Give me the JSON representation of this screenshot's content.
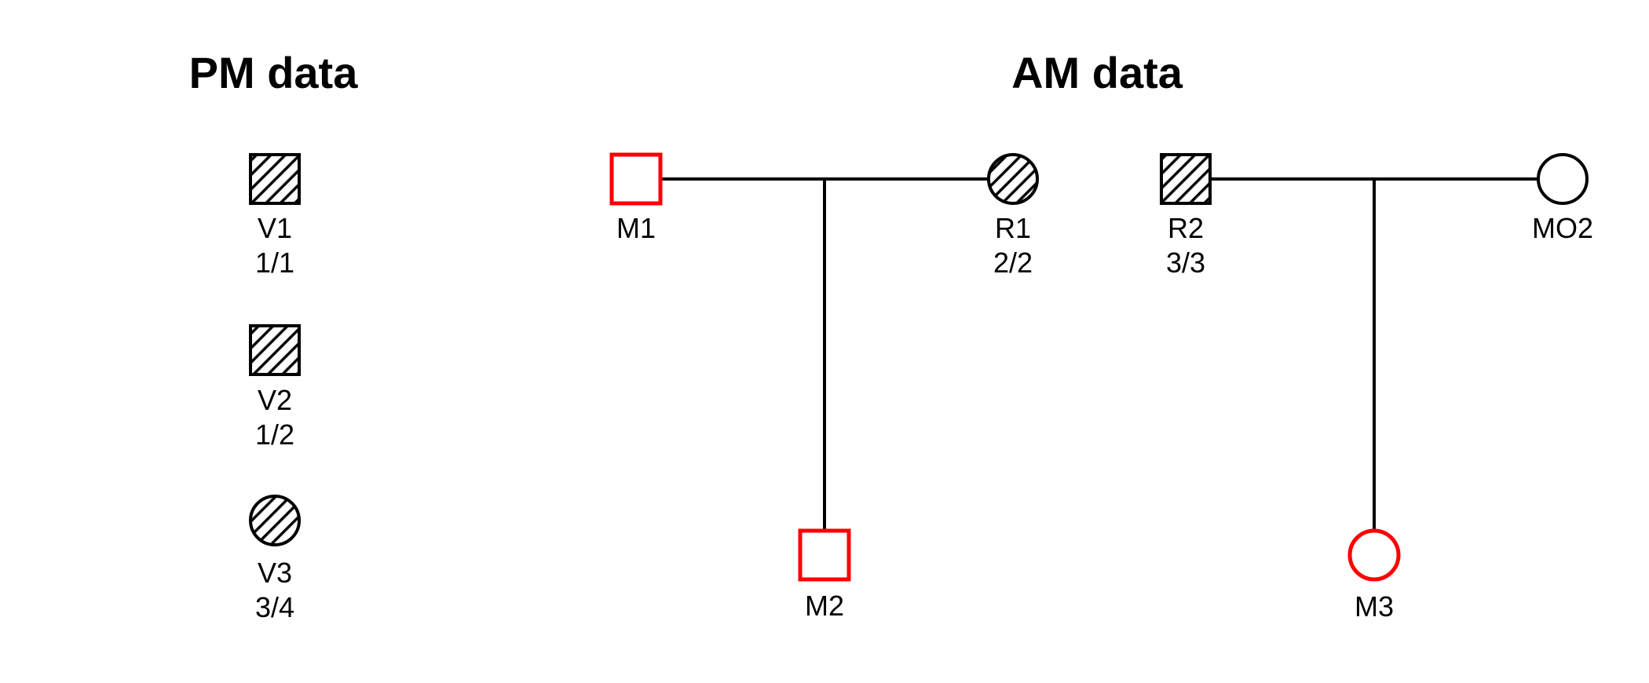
{
  "panels": {
    "pm": {
      "title": "PM data",
      "symbols": [
        {
          "label": "V1",
          "genotype": "1/1",
          "shape": "square",
          "fill": "hatched",
          "outline": "black"
        },
        {
          "label": "V2",
          "genotype": "1/2",
          "shape": "square",
          "fill": "hatched",
          "outline": "black"
        },
        {
          "label": "V3",
          "genotype": "3/4",
          "shape": "circle",
          "fill": "hatched",
          "outline": "black"
        }
      ]
    },
    "am": {
      "title": "AM data",
      "families": [
        {
          "father": {
            "label": "M1",
            "shape": "square",
            "fill": "open",
            "outline": "red"
          },
          "mother": {
            "label": "R1",
            "genotype": "2/2",
            "shape": "circle",
            "fill": "hatched",
            "outline": "black"
          },
          "child": {
            "label": "M2",
            "shape": "square",
            "fill": "open",
            "outline": "red"
          }
        },
        {
          "father": {
            "label": "R2",
            "genotype": "3/3",
            "shape": "square",
            "fill": "hatched",
            "outline": "black"
          },
          "mother": {
            "label": "MO2",
            "shape": "circle",
            "fill": "open",
            "outline": "black"
          },
          "child": {
            "label": "M3",
            "shape": "circle",
            "fill": "open",
            "outline": "red"
          }
        }
      ]
    }
  },
  "colors": {
    "red": "#ff0000",
    "black": "#000000",
    "background": "#ffffff"
  }
}
